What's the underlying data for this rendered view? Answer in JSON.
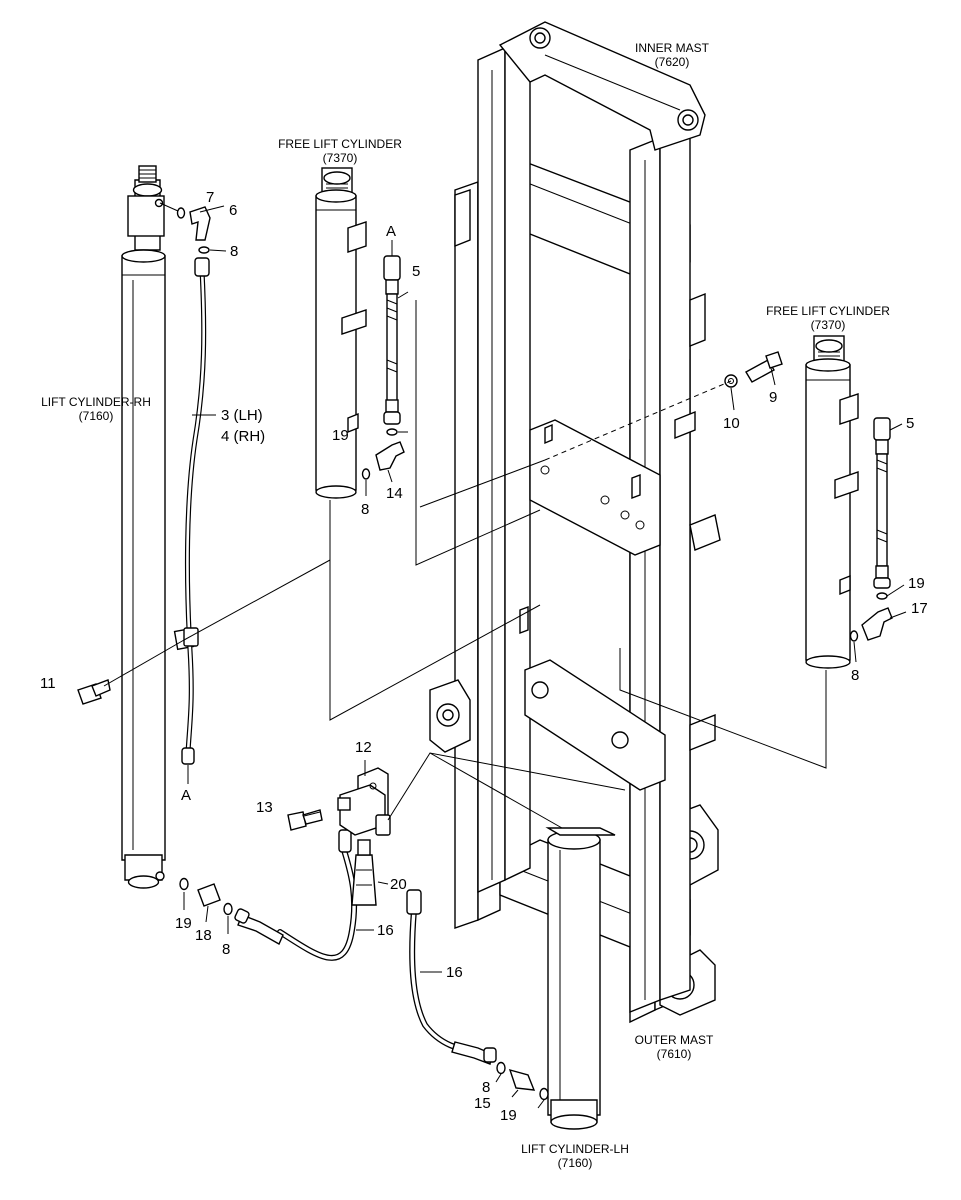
{
  "labels": {
    "inner_mast": "INNER MAST",
    "inner_mast_no": "(7620)",
    "free_lift_left": "FREE LIFT CYLINDER",
    "free_lift_left_no": "(7370)",
    "free_lift_right": "FREE LIFT CYLINDER",
    "free_lift_right_no": "(7370)",
    "lift_rh": "LIFT CYLINDER-RH",
    "lift_rh_no": "(7160)",
    "outer_mast": "OUTER MAST",
    "outer_mast_no": "(7610)",
    "lift_lh": "LIFT CYLINDER-LH",
    "lift_lh_no": "(7160)"
  },
  "callouts": {
    "c7": "7",
    "c6": "6",
    "c8a": "8",
    "c3": "3 (LH)",
    "c4": "4 (RH)",
    "c11": "11",
    "cA1": "A",
    "cA2": "A",
    "c5a": "5",
    "c19a": "19",
    "c14": "14",
    "c8b": "8",
    "c10": "10",
    "c9": "9",
    "c5b": "5",
    "c19b": "19",
    "c17": "17",
    "c8c": "8",
    "c12": "12",
    "c13": "13",
    "c20": "20",
    "c16a": "16",
    "c16b": "16",
    "c19c": "19",
    "c18": "18",
    "c8d": "8",
    "c8e": "8",
    "c15": "15",
    "c19d": "19"
  }
}
